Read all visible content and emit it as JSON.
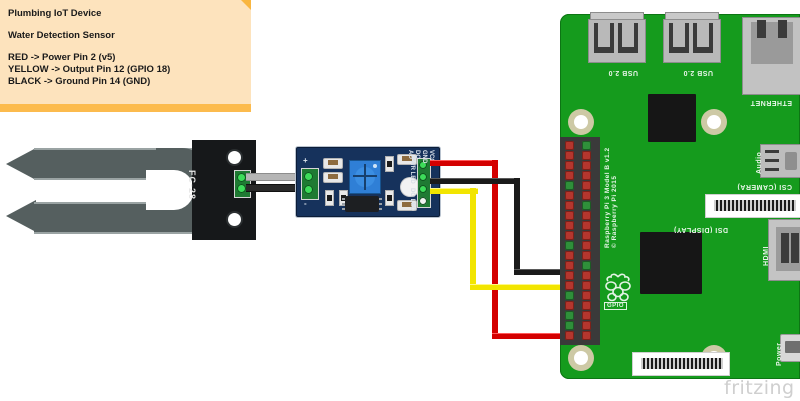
{
  "note": {
    "title": "Plumbing IoT Device",
    "subtitle": "Water Detection Sensor",
    "wiring": [
      "RED -> Power Pin 2 (v5)",
      "YELLOW -> Output Pin 12 (GPIO 18)",
      "BLACK -> Ground Pin 14 (GND)"
    ]
  },
  "probe": {
    "part_label": "FC-28"
  },
  "module": {
    "terminal_plus": "+",
    "terminal_minus": "-",
    "labels": {
      "pwr_led": "PWR LED",
      "do_led": "DO LED"
    },
    "header_pins": [
      "VCC",
      "GND",
      "DO",
      "AO"
    ]
  },
  "pi": {
    "model_text": "Raspberry Pi 3 Model B v1.2",
    "copyright_text": "© Raspberry Pi 2015",
    "gpio_label": "GPIO",
    "ports": {
      "usb_left": "USB 2.0",
      "usb_right": "USB 2.0",
      "ethernet": "ETHERNET",
      "audio": "Audio",
      "csi": "CSI (CAMERA)",
      "hdmi": "HDMI",
      "power": "Power",
      "dsi": "DSI (DISPLAY)"
    }
  },
  "watermark": "fritzing",
  "colors": {
    "wire_red": "#d40000",
    "wire_black": "#1a1a1a",
    "wire_yellow": "#f2e500",
    "note_bg": "#fde3bd",
    "note_accent": "#fcbb4d",
    "pi_green": "#159b1d",
    "module_blue": "#16325c"
  }
}
